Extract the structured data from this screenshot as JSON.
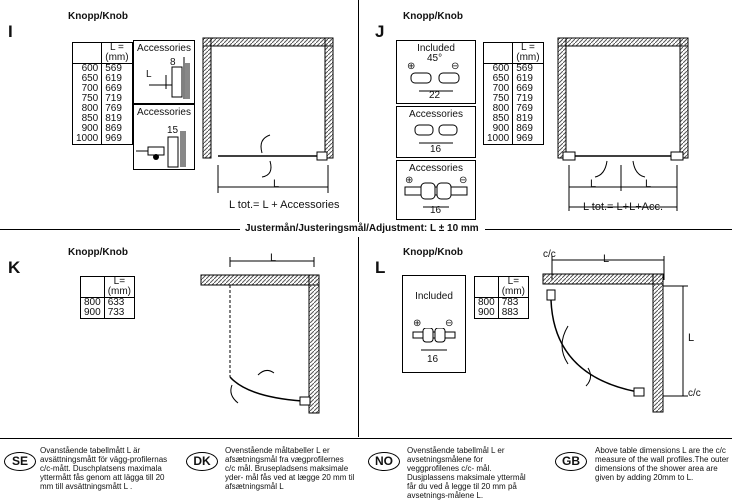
{
  "panels": {
    "I": {
      "letter": "I",
      "title": "Knopp/Knob",
      "accessories1": "Accessories",
      "accessories2": "Accessories",
      "dim8": "8",
      "dim15": "15",
      "dimL": "L",
      "formula": "L tot.= L + Accessories"
    },
    "J": {
      "letter": "J",
      "title": "Knopp/Knob",
      "included": "Included",
      "angle": "45°",
      "dim22": "22",
      "accessories1": "Accessories",
      "dim16a": "16",
      "accessories2": "Accessories",
      "dim16b": "16",
      "dimL1": "L",
      "dimL2": "L",
      "formula": "L tot.= L+L+Acc."
    },
    "K": {
      "letter": "K",
      "title": "Knopp/Knob",
      "dimL": "L"
    },
    "L": {
      "letter": "L",
      "title": "Knopp/Knob",
      "included": "Included",
      "dim16": "16",
      "dimL": "L",
      "dimLv": "L",
      "cc1": "c/c",
      "cc2": "c/c"
    }
  },
  "tables": {
    "IJ": {
      "header_l": "L =",
      "header_unit": "(mm)",
      "rows": [
        [
          "600",
          "569"
        ],
        [
          "650",
          "619"
        ],
        [
          "700",
          "669"
        ],
        [
          "750",
          "719"
        ],
        [
          "800",
          "769"
        ],
        [
          "850",
          "819"
        ],
        [
          "900",
          "869"
        ],
        [
          "1000",
          "969"
        ]
      ]
    },
    "K": {
      "header_l": "L=",
      "header_unit": "(mm)",
      "rows": [
        [
          "800",
          "633"
        ],
        [
          "900",
          "733"
        ]
      ]
    },
    "L": {
      "header_l": "L=",
      "header_unit": "(mm)",
      "rows": [
        [
          "800",
          "783"
        ],
        [
          "900",
          "883"
        ]
      ]
    }
  },
  "adjustment": "Justermån/Justeringsmål/Adjustment: L ± 10 mm",
  "plus": "⊕",
  "minus": "⊖",
  "notes": {
    "SE": {
      "code": "SE",
      "text": "Ovanstående tabellmått L är avsättningsmått för vägg-profilernas c/c-mått. Duschplatsens maximala yttermått fås genom att lägga till 20 mm till avsättningsmått L ."
    },
    "DK": {
      "code": "DK",
      "text": "Ovenstående måltabeller L er afsætningsmål fra vægprofilernes c/c mål. Brusepladsens maksimale yder- mål fås ved at lægge 20 mm til afsætningsmål L"
    },
    "NO": {
      "code": "NO",
      "text": "Ovenstående tabellmål L er avsetningsmålene for veggprofilenes c/c- mål. Dusjplassens maksimale yttermål får du ved å legge til 20 mm på avsetnings-målene L."
    },
    "GB": {
      "code": "GB",
      "text": "Above table dimensions L are the c/c measure of the wall profiles.The outer dimensions of the shower area are given by adding 20mm to L."
    }
  }
}
